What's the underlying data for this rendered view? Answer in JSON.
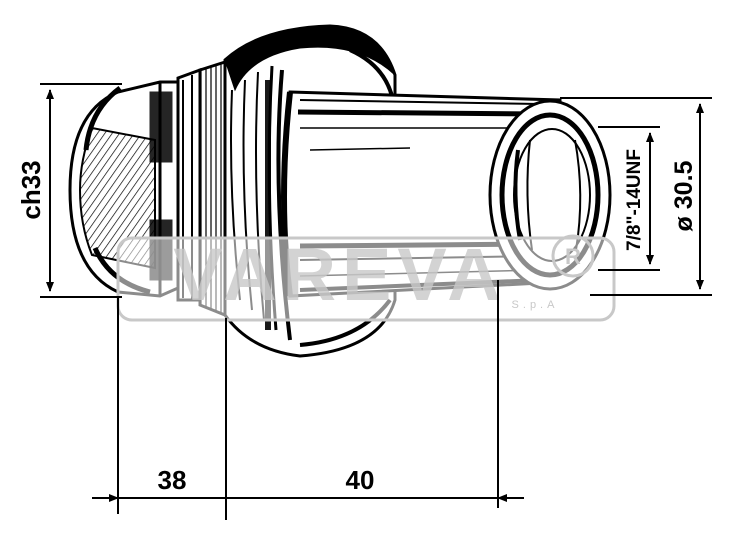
{
  "dimensions": {
    "hex_size": "ch33",
    "outer_diameter": "ø 30.5",
    "thread": "7/8\"-14UNF",
    "length_left": "38",
    "length_right": "40"
  },
  "watermark": {
    "brand": "VAREVA",
    "suffix": "S.p.A",
    "registered_mark": "R"
  },
  "colors": {
    "ink": "#000000",
    "paper": "#ffffff",
    "watermark": "#c8c8c8"
  }
}
